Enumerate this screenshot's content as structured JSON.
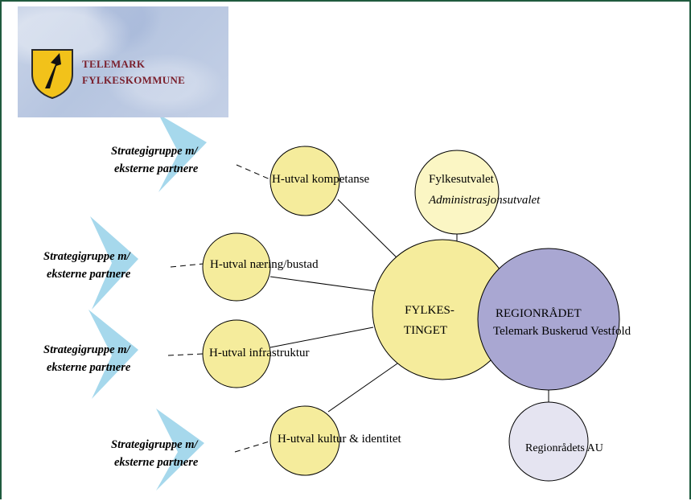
{
  "logo": {
    "line1": "TELEMARK",
    "line2": "FYLKESKOMMUNE"
  },
  "strategy_groups": [
    {
      "line1": "Strategigruppe m/",
      "line2": "eksterne partnere"
    },
    {
      "line1": "Strategigruppe m/",
      "line2": "eksterne partnere"
    },
    {
      "line1": "Strategigruppe m/",
      "line2": "eksterne partnere"
    },
    {
      "line1": "Strategigruppe m/",
      "line2": "eksterne partnere"
    }
  ],
  "committees": [
    {
      "label": "H-utval kompetanse"
    },
    {
      "label": "H-utval næring/bustad"
    },
    {
      "label": "H-utval infrastruktur"
    },
    {
      "label": "H-utval kultur & identitet"
    }
  ],
  "fylkesutvalet": {
    "line1": "Fylkesutvalet",
    "line2": "Administrasjonsutvalet"
  },
  "fylkestinget": {
    "line1": "FYLKES-",
    "line2": "TINGET"
  },
  "regionradet": {
    "line1": "REGIONRÅDET",
    "line2": "Telemark Buskerud Vestfold"
  },
  "regionradet_au": {
    "label": "Regionrådets AU"
  },
  "colors": {
    "frame": "#1f5a3e",
    "yellow": "#f5ec9c",
    "pale_yellow": "#fbf6c4",
    "purple": "#a9a7d2",
    "pale_purple": "#e5e4f1",
    "arrow": "#a6d8ec"
  }
}
